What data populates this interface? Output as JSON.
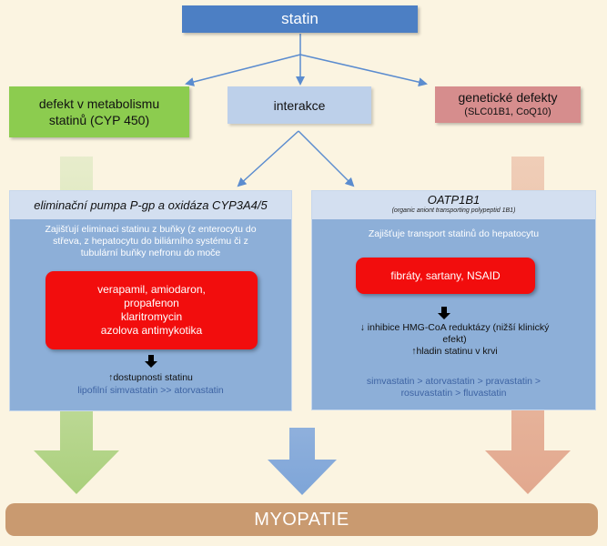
{
  "statin": "statin",
  "defect": {
    "line1": "defekt v metabolismu",
    "line2": "statinů (CYP 450)"
  },
  "interakce": "interakce",
  "genetic": {
    "title": "genetické defekty",
    "sub": "(SLC01B1, CoQ10)"
  },
  "left_panel": {
    "header": "eliminační pumpa P-gp a oxidáza CYP3A4/5",
    "desc": [
      "Zajišťují eliminaci statinu z buňky (z enterocytu do",
      "střeva, z hepatocytu do biliárního systému či z",
      "tubulární buňky nefronu do moče"
    ],
    "drugs": [
      "verapamil,  amiodaron,",
      "propafenon",
      "klaritromycin",
      "azolova  antimykotika"
    ],
    "effect": "↑dostupnosti statinu",
    "note": "lipofilní simvastatin >> atorvastatin"
  },
  "right_panel": {
    "header": "OATP1B1",
    "header_sub": "(organic aniont transporting polypeptid 1B1)",
    "desc": "Zajišťuje transport statinů do hepatocytu",
    "drugs": "fibráty,  sartany,  NSAID",
    "effect": [
      "↓ inhibice HMG-CoA reduktázy (nižší klinický",
      "efekt)",
      "↑hladin statinu v krvi"
    ],
    "note": [
      "simvastatin > atorvastatin > pravastatin >",
      "rosuvastatin > fluvastatin"
    ]
  },
  "result": "MYOPATIE",
  "colors": {
    "blue": "#4c7fc4",
    "green": "#8ccc4f",
    "red": "#f20d0d",
    "salmon": "#d68d8d",
    "panel": "#8dafd8",
    "brown": "#c99a70"
  }
}
